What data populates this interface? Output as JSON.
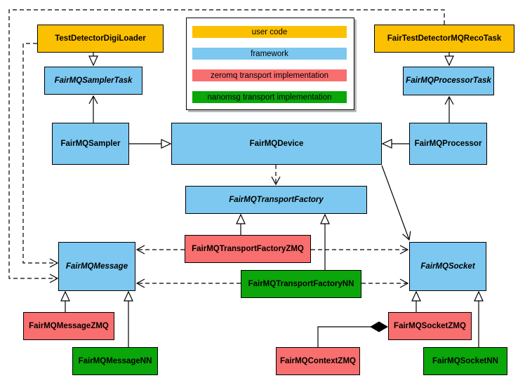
{
  "legend": {
    "items": [
      {
        "label": "user code",
        "color": "#FBC000"
      },
      {
        "label": "framework",
        "color": "#7CC8F0"
      },
      {
        "label": "zeromq transport implementation",
        "color": "#F96E6E"
      },
      {
        "label": "nanomsg transport implementation",
        "color": "#0AA60A"
      }
    ]
  },
  "nodes": {
    "test_detector_digi_loader": {
      "label": "TestDetectorDigiLoader",
      "category": "user code",
      "abstract": false
    },
    "fair_test_detector_mq_reco_task": {
      "label": "FairTestDetectorMQRecoTask",
      "category": "user code",
      "abstract": false
    },
    "fair_mq_sampler_task": {
      "label": "FairMQSamplerTask",
      "category": "framework",
      "abstract": true
    },
    "fair_mq_processor_task": {
      "label": "FairMQProcessorTask",
      "category": "framework",
      "abstract": true
    },
    "fair_mq_sampler": {
      "label": "FairMQSampler",
      "category": "framework",
      "abstract": false
    },
    "fair_mq_device": {
      "label": "FairMQDevice",
      "category": "framework",
      "abstract": false
    },
    "fair_mq_processor": {
      "label": "FairMQProcessor",
      "category": "framework",
      "abstract": false
    },
    "fair_mq_transport_factory": {
      "label": "FairMQTransportFactory",
      "category": "framework",
      "abstract": true
    },
    "fair_mq_transport_factory_zmq": {
      "label": "FairMQTransportFactoryZMQ",
      "category": "zeromq transport implementation",
      "abstract": false
    },
    "fair_mq_transport_factory_nn": {
      "label": "FairMQTransportFactoryNN",
      "category": "nanomsg transport implementation",
      "abstract": false
    },
    "fair_mq_message": {
      "label": "FairMQMessage",
      "category": "framework",
      "abstract": true
    },
    "fair_mq_socket": {
      "label": "FairMQSocket",
      "category": "framework",
      "abstract": true
    },
    "fair_mq_message_zmq": {
      "label": "FairMQMessageZMQ",
      "category": "zeromq transport implementation",
      "abstract": false
    },
    "fair_mq_message_nn": {
      "label": "FairMQMessageNN",
      "category": "nanomsg transport implementation",
      "abstract": false
    },
    "fair_mq_socket_zmq": {
      "label": "FairMQSocketZMQ",
      "category": "zeromq transport implementation",
      "abstract": false
    },
    "fair_mq_socket_nn": {
      "label": "FairMQSocketNN",
      "category": "nanomsg transport implementation",
      "abstract": false
    },
    "fair_mq_context_zmq": {
      "label": "FairMQContextZMQ",
      "category": "zeromq transport implementation",
      "abstract": false
    }
  },
  "relationships": [
    {
      "from": "TestDetectorDigiLoader",
      "to": "FairMQSamplerTask",
      "type": "inheritance"
    },
    {
      "from": "FairTestDetectorMQRecoTask",
      "to": "FairMQProcessorTask",
      "type": "inheritance"
    },
    {
      "from": "FairMQSampler",
      "to": "FairMQDevice",
      "type": "inheritance"
    },
    {
      "from": "FairMQProcessor",
      "to": "FairMQDevice",
      "type": "inheritance"
    },
    {
      "from": "FairMQSampler",
      "to": "FairMQSamplerTask",
      "type": "association"
    },
    {
      "from": "FairMQProcessor",
      "to": "FairMQProcessorTask",
      "type": "association"
    },
    {
      "from": "FairMQDevice",
      "to": "FairMQTransportFactory",
      "type": "dependency"
    },
    {
      "from": "FairMQDevice",
      "to": "FairMQSocket",
      "type": "association"
    },
    {
      "from": "FairMQTransportFactoryZMQ",
      "to": "FairMQTransportFactory",
      "type": "inheritance"
    },
    {
      "from": "FairMQTransportFactoryNN",
      "to": "FairMQTransportFactory",
      "type": "inheritance"
    },
    {
      "from": "FairMQTransportFactoryZMQ",
      "to": "FairMQMessage",
      "type": "dependency"
    },
    {
      "from": "FairMQTransportFactoryZMQ",
      "to": "FairMQSocket",
      "type": "dependency"
    },
    {
      "from": "FairMQTransportFactoryNN",
      "to": "FairMQMessage",
      "type": "dependency"
    },
    {
      "from": "FairMQTransportFactoryNN",
      "to": "FairMQSocket",
      "type": "dependency"
    },
    {
      "from": "TestDetectorDigiLoader",
      "to": "FairMQMessage",
      "type": "dependency"
    },
    {
      "from": "FairTestDetectorMQRecoTask",
      "to": "FairMQMessage",
      "type": "dependency"
    },
    {
      "from": "FairMQMessageZMQ",
      "to": "FairMQMessage",
      "type": "inheritance"
    },
    {
      "from": "FairMQMessageNN",
      "to": "FairMQMessage",
      "type": "inheritance"
    },
    {
      "from": "FairMQSocketZMQ",
      "to": "FairMQSocket",
      "type": "inheritance"
    },
    {
      "from": "FairMQSocketNN",
      "to": "FairMQSocket",
      "type": "inheritance"
    },
    {
      "from": "FairMQContextZMQ",
      "to": "FairMQSocketZMQ",
      "type": "composition"
    }
  ],
  "colors": {
    "user_code": "#FBC000",
    "framework": "#7CC8F0",
    "zeromq": "#F96E6E",
    "nanomsg": "#0AA60A",
    "line": "#000000",
    "background": "#FFFFFF"
  }
}
